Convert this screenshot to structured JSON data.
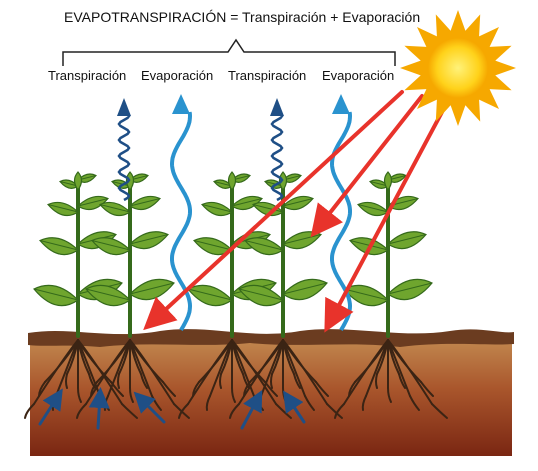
{
  "title": "EVAPOTRANSPIRACIÓN = Transpiración + Evaporación",
  "labels": [
    "Transpiración",
    "Evaporación",
    "Transpiración",
    "Evaporación"
  ],
  "colors": {
    "transpiration_arrow": "#1f4f86",
    "evaporation_arrow": "#2a93cf",
    "sun_ray": "#e8332b",
    "root_water_arrow": "#1f4f86",
    "sun_body": "#ffd21a",
    "sun_rays_fill": "#f6a800",
    "soil_top": "#c38a4e",
    "soil_bottom": "#7a2612",
    "surface": "#6b3c20",
    "leaf": "#6fa52e",
    "stem": "#356a1b"
  },
  "icons": {
    "sun": "sun-icon",
    "plant": "plant-icon"
  }
}
